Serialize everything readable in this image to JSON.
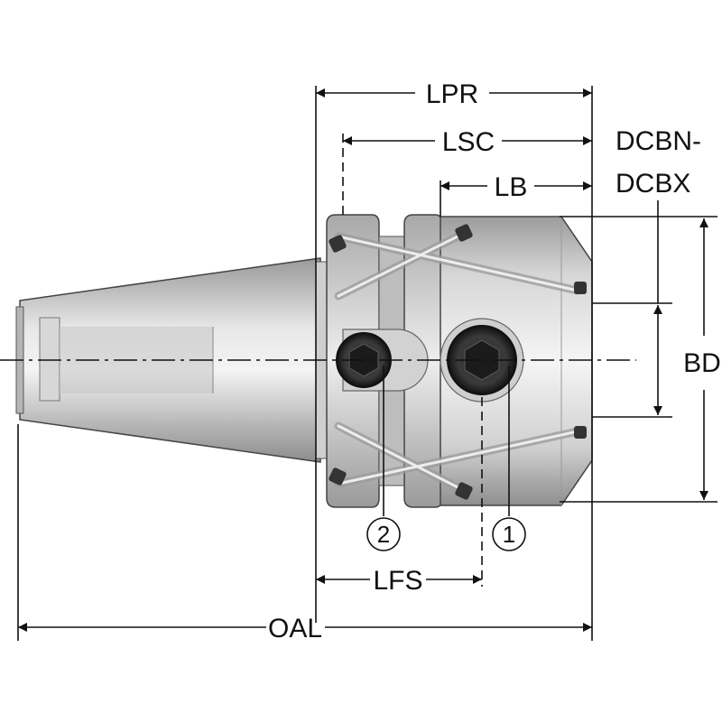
{
  "dimensions": {
    "lpr": "LPR",
    "lsc": "LSC",
    "lb": "LB",
    "dcbn": "DCBN-",
    "dcbx": "DCBX",
    "bd": "BD",
    "lfs": "LFS",
    "oal": "OAL"
  },
  "callouts": {
    "one": "1",
    "two": "2"
  },
  "colors": {
    "line": "#111111",
    "metal_dark": "#8a8a8a",
    "metal_mid": "#c9c9c9",
    "metal_light": "#f2f2f2"
  }
}
